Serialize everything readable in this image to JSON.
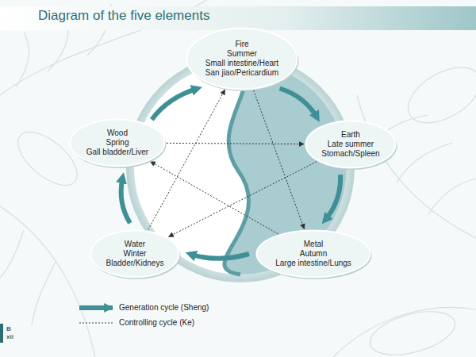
{
  "diagram": {
    "title": "Diagram of the five elements",
    "nodes": [
      {
        "text": [
          "Fire",
          "Summer",
          "Small intestine/Heart",
          "San jiao/Pericardium"
        ]
      },
      {
        "text": [
          "Wood",
          "Spring",
          "Gall bladder/Liver"
        ]
      },
      {
        "text": [
          "Earth",
          "Late summer",
          "Stomach/Spleen"
        ]
      },
      {
        "text": [
          "Water",
          "Winter",
          "Bladder/Kidneys"
        ]
      },
      {
        "text": [
          "Metal",
          "Autumn",
          "Large intestine/Lungs"
        ]
      }
    ],
    "edges": [
      {
        "from": 1,
        "to": 0,
        "arrow": "to"
      },
      {
        "from": 0,
        "to": 2,
        "arrow": "to"
      },
      {
        "from": 2,
        "to": 4,
        "arrow": "to"
      },
      {
        "from": 4,
        "to": 3,
        "arrow": "to"
      },
      {
        "from": 3,
        "to": 1,
        "arrow": "to"
      },
      {
        "from": 1,
        "to": 2,
        "arrow": "to"
      },
      {
        "from": 2,
        "to": 3,
        "arrow": "to"
      },
      {
        "from": 3,
        "to": 0,
        "arrow": "to"
      },
      {
        "from": 0,
        "to": 4,
        "arrow": "to"
      },
      {
        "from": 4,
        "to": 1,
        "arrow": "to"
      }
    ],
    "labels": [
      "B",
      "xii"
    ],
    "legend": [
      {
        "text": "Generation cycle (Sheng)"
      },
      {
        "text": "Controlling cycle (Ke)"
      }
    ]
  }
}
